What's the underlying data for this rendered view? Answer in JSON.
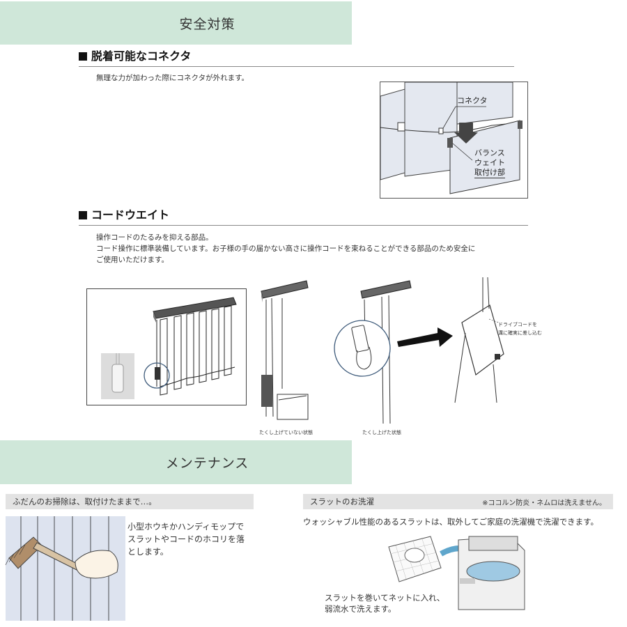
{
  "safety": {
    "banner_title": "安全対策",
    "connector": {
      "heading": "脱着可能なコネクタ",
      "description": "無理な力が加わった際にコネクタが外れます。",
      "label_connector": "コネクタ",
      "label_balance_1": "バランス",
      "label_balance_2": "ウェイト",
      "label_balance_3": "取付け部"
    },
    "cord_weight": {
      "heading": "コードウエイト",
      "line1": "操作コードのたるみを抑える部品。",
      "line2": "コード操作に標準装備しています。お子様の手の届かない高さに操作コードを束ねることができる部品のため安全に",
      "line3": "ご使用いただけます。",
      "caption_not_rolled": "たくし上げていない状態",
      "caption_rolled": "たくし上げた状態",
      "drive_cord_1": "ドライブコードを",
      "drive_cord_2": "溝に確実に差し込む"
    }
  },
  "maintenance": {
    "banner_title": "メンテナンス",
    "cleaning": {
      "bar_title": "ふだんのお掃除は、取付けたままで…。",
      "line1": "小型ホウキかハンディモップで",
      "line2": "スラットやコードのホコリを落",
      "line3": "とします。"
    },
    "washing": {
      "bar_title": "スラットのお洗濯",
      "note": "※ココルン防炎・ネムロは洗えません。",
      "description": "ウォッシャブル性能のあるスラットは、取外してご家庭の洗濯機で洗濯できます。",
      "caption1": "スラットを巻いてネットに入れ、",
      "caption2": "弱流水で洗えます。"
    }
  }
}
